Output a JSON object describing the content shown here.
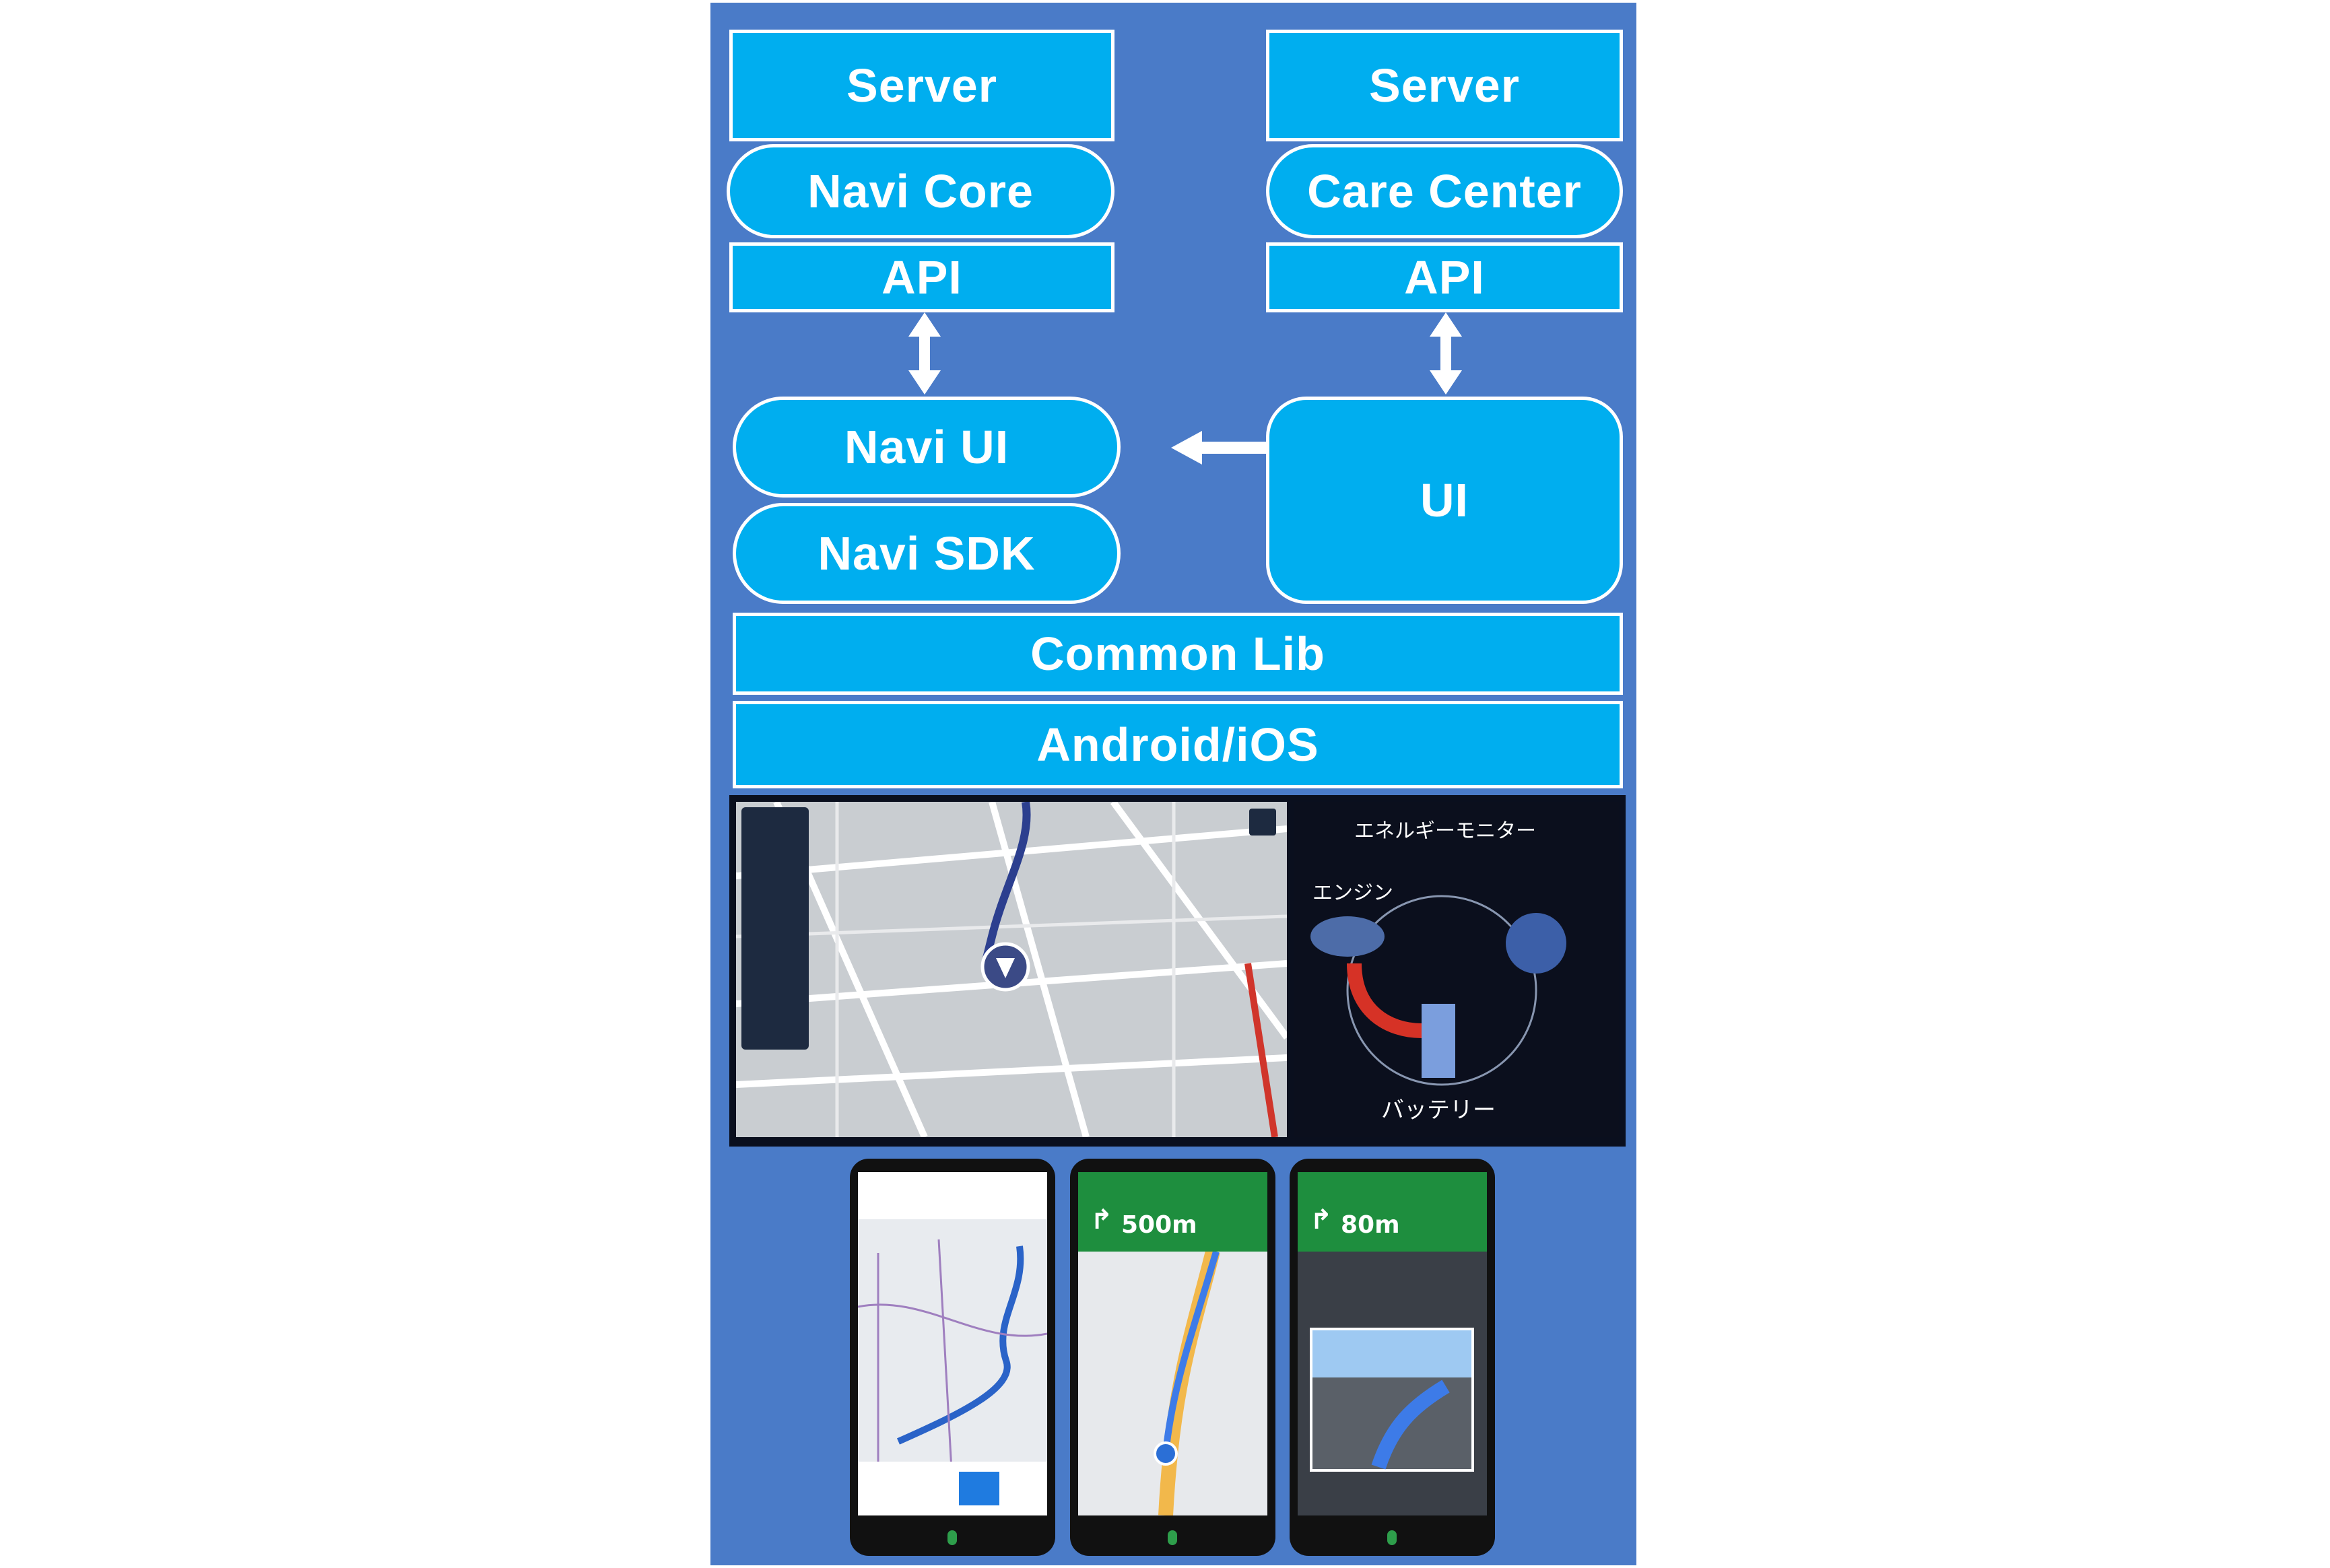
{
  "colors": {
    "panel": "#4a7bc8",
    "block": "#00aeef",
    "border": "#ffffff"
  },
  "left_stack": {
    "server": "Server",
    "core": "Navi Core",
    "api": "API",
    "navi_ui": "Navi UI",
    "navi_sdk": "Navi SDK"
  },
  "right_stack": {
    "server": "Server",
    "care_center": "Care Center",
    "api": "API",
    "ui": "UI"
  },
  "common_lib": "Common Lib",
  "platform": "Android/iOS",
  "car_display": {
    "energy_monitor_title": "エネルギーモニター",
    "engine_label": "エンジン",
    "battery_label": "バッテリー"
  },
  "phones": [
    {
      "distance": "",
      "icon": "route-overview"
    },
    {
      "distance": "500m",
      "icon": "turn-left-arrow"
    },
    {
      "distance": "80m",
      "icon": "turn-left-arrow"
    }
  ]
}
